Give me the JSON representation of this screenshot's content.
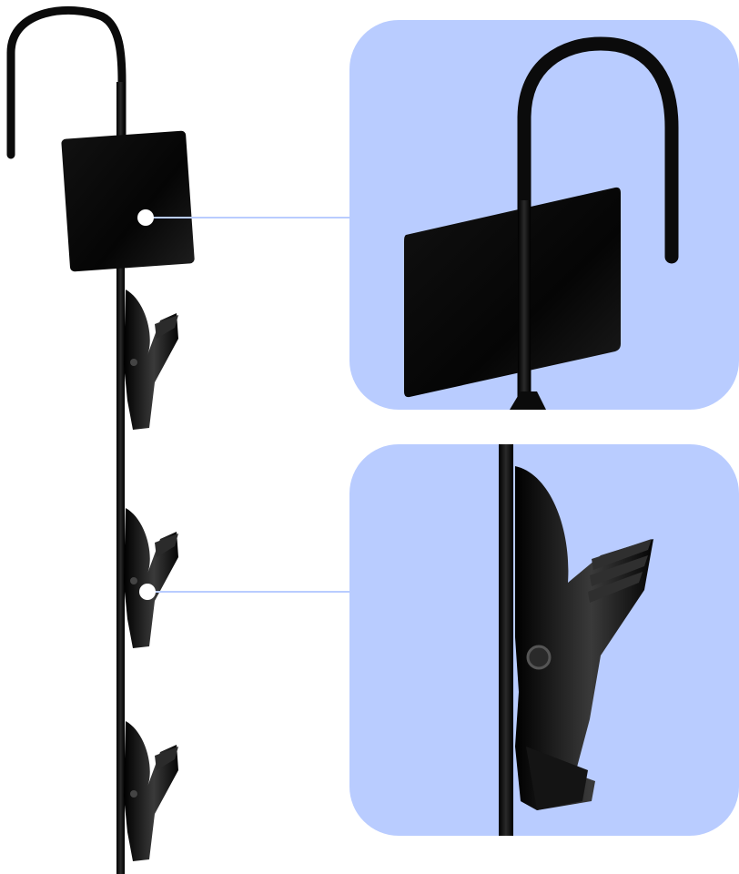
{
  "product": {
    "name": "",
    "parts": [
      "hook",
      "sign-card",
      "clip",
      "clip",
      "clip"
    ]
  },
  "colors": {
    "background": "#ffffff",
    "panel": "#b9ccff",
    "metal": "#0b0b0b",
    "connector": "#b9ccff",
    "callout_dot": "#ffffff"
  },
  "callouts": [
    {
      "name": "card-callout",
      "target": "sign-card",
      "detail": "hook-with-card-closeup"
    },
    {
      "name": "clip-callout",
      "target": "clip",
      "detail": "clip-closeup"
    }
  ]
}
